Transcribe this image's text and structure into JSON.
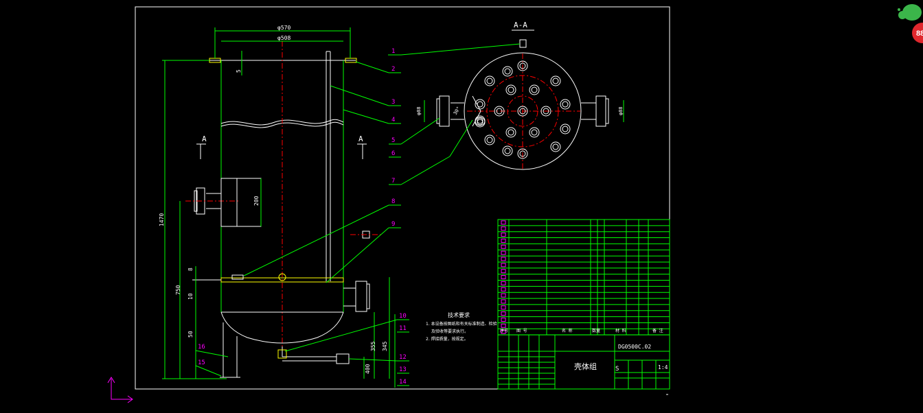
{
  "drawing": {
    "section_label": "A-A",
    "section_mark": "A",
    "dims": {
      "d570": "φ570",
      "d508": "φ508",
      "d88": "φ88",
      "five": "5",
      "h200": "200",
      "h1470": "1470",
      "h750": "750",
      "h8": "8",
      "h10": "10",
      "h50": "50",
      "h355": "355",
      "h345": "345",
      "h400": "400",
      "deg": "30°"
    },
    "balloons": [
      "1",
      "2",
      "3",
      "4",
      "5",
      "6",
      "7",
      "8",
      "9",
      "10",
      "11",
      "12",
      "13",
      "14",
      "15",
      "16"
    ],
    "notes": {
      "title": "技术要求",
      "line1": "1. 本设备按图纸和有关标准制造、检验",
      "line2": "及验收等要求执行。",
      "line3": "2. 焊接质量，按规定。"
    },
    "title_block": {
      "drawing_no": "DG0500C.02",
      "part_name": "壳体组",
      "scale_a": "S",
      "scale_b": "1:4",
      "header": [
        "序号",
        "图 号",
        "名 称",
        "数量",
        "材 料",
        "备 注"
      ]
    }
  },
  "overlay": {
    "badge_count": "88",
    "badge_color": "#e0282e",
    "leaf_color": "#3bb54a"
  }
}
